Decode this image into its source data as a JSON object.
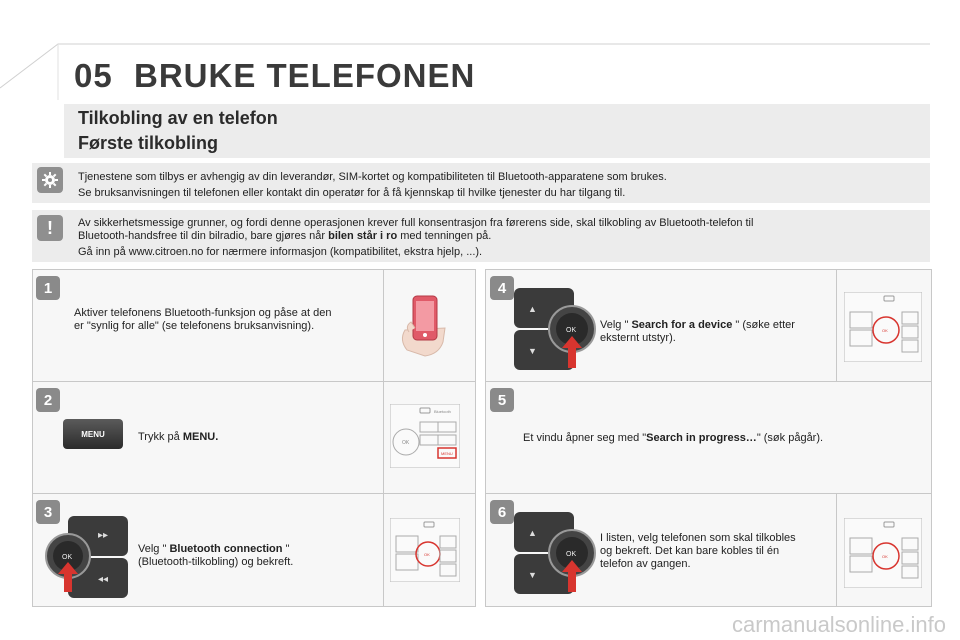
{
  "header": {
    "chapter_number": "05",
    "chapter_title": "BRUKE TELEFONEN"
  },
  "section": {
    "title": "Tilkobling av en telefon",
    "subtitle": "Første tilkobling"
  },
  "info": {
    "line1": "Tjenestene som tilbys er avhengig av din leverandør, SIM-kortet og kompatibiliteten til Bluetooth-apparatene som brukes.",
    "line2": "Se bruksanvisningen til telefonen eller kontakt din operatør for å få kjennskap til hvilke tjenester du har tilgang til."
  },
  "warning": {
    "line1": "Av sikkerhetsmessige grunner, og fordi denne operasjonen krever full konsentrasjon fra førerens side, skal tilkobling av Bluetooth-telefon til",
    "line2_pre": "Bluetooth-handsfree til din bilradio, bare gjøres når ",
    "line2_bold": "bilen står i ro",
    "line2_post": " med tenningen på.",
    "line3": "Gå inn på www.citroen.no for nærmere informasjon (kompatibilitet, ekstra hjelp, ...)."
  },
  "steps": {
    "s1": {
      "num": "1",
      "text": "Aktiver telefonens Bluetooth-funksjon og påse at den er \"synlig for alle\" (se telefonens bruksanvisning)."
    },
    "s2": {
      "num": "2",
      "pre": "Trykk på ",
      "bold": "MENU.",
      "button_label": "MENU"
    },
    "s3": {
      "num": "3",
      "pre": "Velg \" ",
      "bold": "Bluetooth connection",
      "post": " \" (Bluetooth-tilkobling) og bekreft."
    },
    "s4": {
      "num": "4",
      "pre": "Velg \" ",
      "bold": "Search for a device",
      "post": " \" (søke etter eksternt utstyr)."
    },
    "s5": {
      "num": "5",
      "pre": "Et vindu åpner seg med \"",
      "bold": "Search in progress…",
      "post": "\" (søk pågår)."
    },
    "s6": {
      "num": "6",
      "text": "I listen, velg telefonen som skal tilkobles og bekreft. Det kan bare kobles til én telefon av gangen."
    }
  },
  "ok_label": "OK",
  "radio_panel": {
    "bluetooth_label": "Bluetooth",
    "menu_label": "MENU",
    "ok_label": "OK"
  },
  "watermark": "carmanualsonline.info",
  "colors": {
    "accent_red": "#d8352f",
    "box_bg": "#ececec",
    "step_bg": "#f7f7f7"
  }
}
